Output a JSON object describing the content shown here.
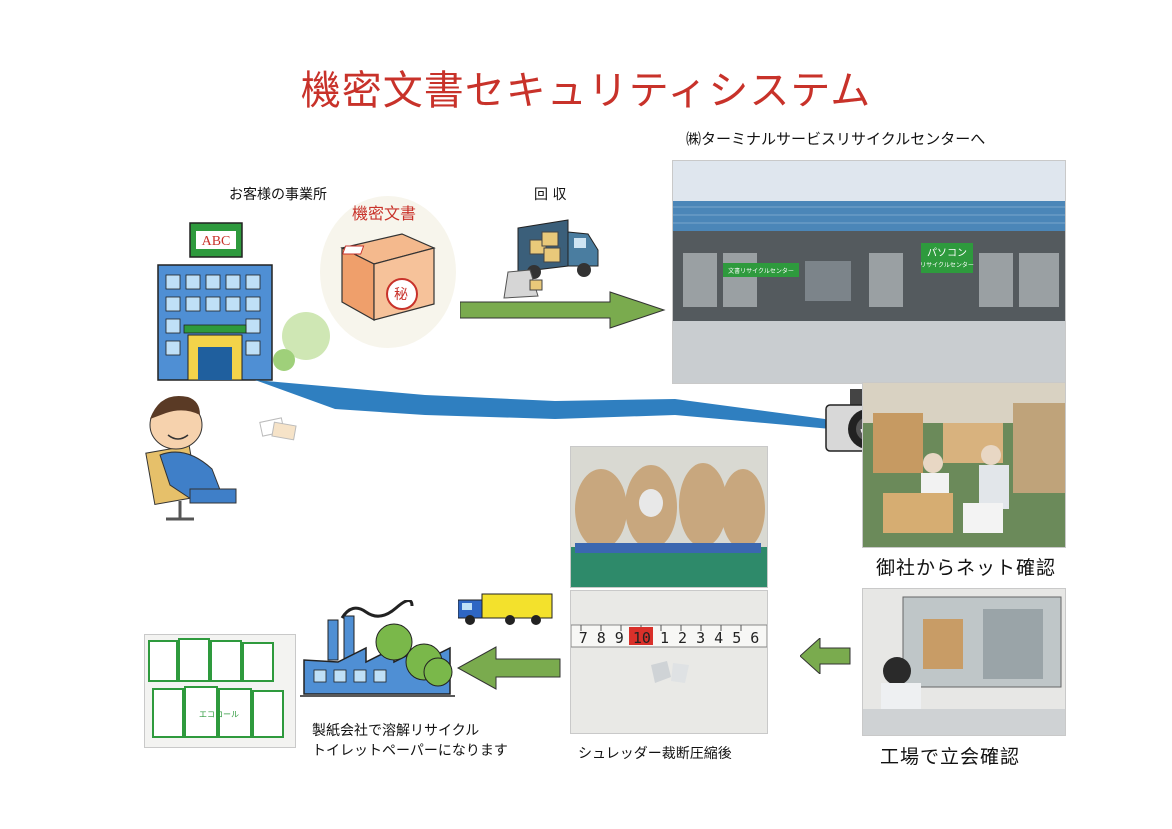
{
  "title": "機密文書セキュリティシステム",
  "labels": {
    "customer_office": "お客様の事業所",
    "confidential_docs": "機密文書",
    "secret_mark": "秘",
    "building_sign": "ABC",
    "collection": "回 収",
    "destination": "㈱ターミナルサービスリサイクルセンターへ",
    "net_confirm": "御社からネット確認",
    "shred_compress": "シュレッダー裁断圧縮後",
    "paper_recycle_line1": "製紙会社で溶解リサイクル",
    "paper_recycle_line2": "トイレットペーパーになります",
    "factory_confirm": "工場で立会確認"
  },
  "photo_text": {
    "facility_sign_left": "文書リサイクルセンター",
    "facility_sign_right_1": "パソコン",
    "facility_sign_right_2": "リサイクルセンター",
    "ruler_digits": "7 8 9 10 1 2 3 4 5 6",
    "toilet_roll_brand": "エコロール"
  },
  "colors": {
    "title": "#c8322a",
    "arrow_green": "#7aab4e",
    "flow_blue": "#2f7fc0",
    "sign_green": "#2e9a3d"
  }
}
